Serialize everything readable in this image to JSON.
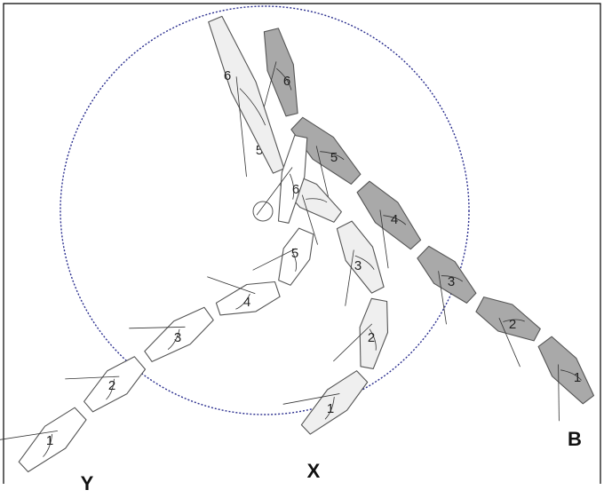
{
  "colors": {
    "frame": "#000000",
    "circle_stroke": "#2b2f8f",
    "segment_stroke": "#555555",
    "hair_stroke": "#333333",
    "fill_Y": "#ffffff",
    "fill_X": "#efefef",
    "fill_B": "#a9a9a9"
  },
  "center_marker": "small-open-circle",
  "chains": [
    {
      "id": "Y",
      "label": "Y",
      "fill_key": "fill_Y",
      "segments": [
        "1",
        "2",
        "3",
        "4",
        "5",
        "6"
      ]
    },
    {
      "id": "X",
      "label": "X",
      "fill_key": "fill_X",
      "segments": [
        "1",
        "2",
        "3",
        "5",
        "6"
      ]
    },
    {
      "id": "B",
      "label": "B",
      "fill_key": "fill_B",
      "segments": [
        "1",
        "2",
        "3",
        "4",
        "5",
        "6"
      ]
    }
  ]
}
